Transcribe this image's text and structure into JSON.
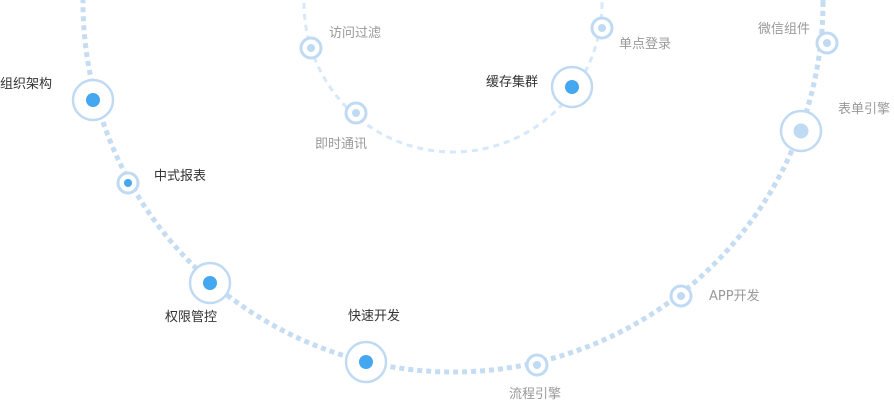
{
  "colors": {
    "primary": "#45a7ef",
    "ring": "#c0daf3",
    "light_dot": "#bfdaf3",
    "dark_text": "#333333",
    "light_text": "#999999"
  },
  "nodes": {
    "org": {
      "label": "组织架构",
      "style": "active"
    },
    "report": {
      "label": "中式报表",
      "style": "active-small"
    },
    "perm": {
      "label": "权限管控",
      "style": "active"
    },
    "rapid": {
      "label": "快速开发",
      "style": "active"
    },
    "cache": {
      "label": "缓存集群",
      "style": "active"
    },
    "filter": {
      "label": "访问过滤",
      "style": "inactive"
    },
    "im": {
      "label": "即时通讯",
      "style": "inactive"
    },
    "sso": {
      "label": "单点登录",
      "style": "inactive"
    },
    "wechat": {
      "label": "微信组件",
      "style": "inactive"
    },
    "form": {
      "label": "表单引擎",
      "style": "inactive-large"
    },
    "app": {
      "label": "APP开发",
      "style": "inactive"
    },
    "flow": {
      "label": "流程引擎",
      "style": "inactive"
    }
  }
}
